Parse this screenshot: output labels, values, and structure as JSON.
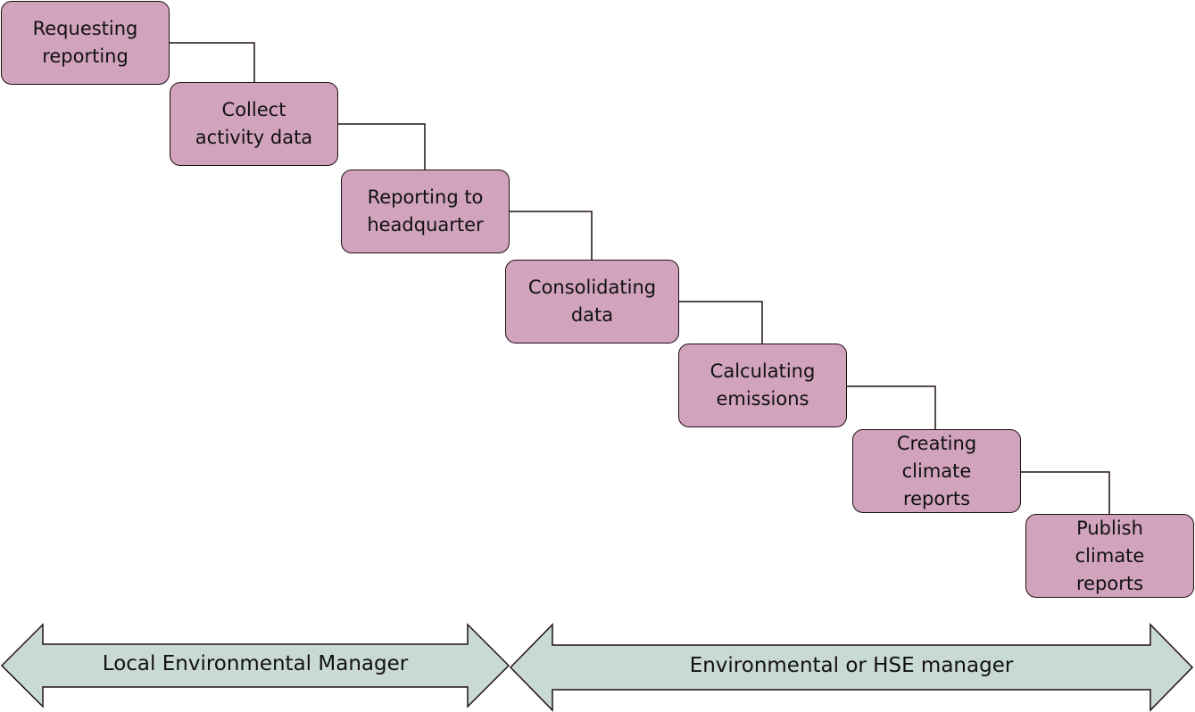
{
  "steps": [
    {
      "label": "Requesting\nreporting"
    },
    {
      "label": "Collect\nactivity data"
    },
    {
      "label": "Reporting to\nheadquarter"
    },
    {
      "label": "Consolidating\ndata"
    },
    {
      "label": "Calculating\nemissions"
    },
    {
      "label": "Creating\nclimate\nreports"
    },
    {
      "label": "Publish\nclimate\nreports"
    }
  ],
  "roles": [
    {
      "label": "Local Environmental Manager"
    },
    {
      "label": "Environmental or HSE manager"
    }
  ],
  "colors": {
    "step_fill": "#d1a3bd",
    "arrow_fill": "#c9d9d6",
    "stroke": "#1f1016"
  }
}
